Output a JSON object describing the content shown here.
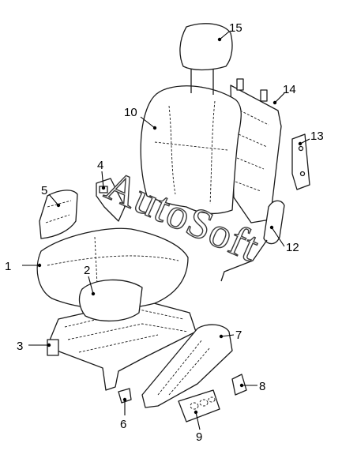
{
  "watermark": "AutoSoft",
  "callouts": [
    {
      "id": "1",
      "label": "1"
    },
    {
      "id": "2",
      "label": "2"
    },
    {
      "id": "3",
      "label": "3"
    },
    {
      "id": "4",
      "label": "4"
    },
    {
      "id": "5",
      "label": "5"
    },
    {
      "id": "6",
      "label": "6"
    },
    {
      "id": "7",
      "label": "7"
    },
    {
      "id": "8",
      "label": "8"
    },
    {
      "id": "9",
      "label": "9"
    },
    {
      "id": "10",
      "label": "10"
    },
    {
      "id": "12",
      "label": "12"
    },
    {
      "id": "13",
      "label": "13"
    },
    {
      "id": "14",
      "label": "14"
    },
    {
      "id": "15",
      "label": "15"
    }
  ]
}
